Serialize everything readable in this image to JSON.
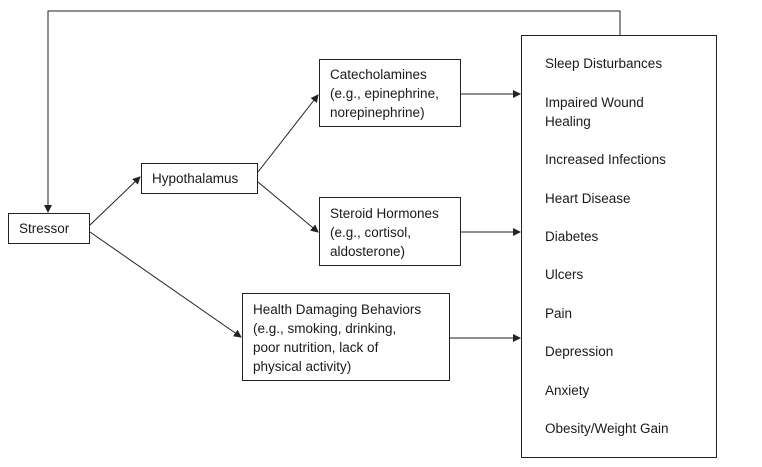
{
  "nodes": {
    "stressor": {
      "lines": [
        "Stressor"
      ]
    },
    "hypothalamus": {
      "lines": [
        "Hypothalamus"
      ]
    },
    "catecholamines": {
      "lines": [
        "Catecholamines",
        "(e.g., epinephrine,",
        "norepinephrine)"
      ]
    },
    "steroid_hormones": {
      "lines": [
        "Steroid Hormones",
        "(e.g., cortisol,",
        "aldosterone)"
      ]
    },
    "health_behaviors": {
      "lines": [
        "Health Damaging Behaviors",
        "(e.g., smoking, drinking,",
        "poor nutrition, lack of",
        "physical activity)"
      ]
    }
  },
  "outcomes": [
    {
      "lines": [
        "Sleep Disturbances"
      ]
    },
    {
      "lines": [
        "Impaired Wound",
        "Healing"
      ]
    },
    {
      "lines": [
        "Increased Infections"
      ]
    },
    {
      "lines": [
        "Heart Disease"
      ]
    },
    {
      "lines": [
        "Diabetes"
      ]
    },
    {
      "lines": [
        "Ulcers"
      ]
    },
    {
      "lines": [
        "Pain"
      ]
    },
    {
      "lines": [
        "Depression"
      ]
    },
    {
      "lines": [
        "Anxiety"
      ]
    },
    {
      "lines": [
        "Obesity/Weight Gain"
      ]
    }
  ],
  "edges": [
    {
      "from": "stressor",
      "to": "hypothalamus"
    },
    {
      "from": "stressor",
      "to": "health_behaviors"
    },
    {
      "from": "hypothalamus",
      "to": "catecholamines"
    },
    {
      "from": "hypothalamus",
      "to": "steroid_hormones"
    },
    {
      "from": "catecholamines",
      "to": "outcomes"
    },
    {
      "from": "steroid_hormones",
      "to": "outcomes"
    },
    {
      "from": "health_behaviors",
      "to": "outcomes"
    },
    {
      "from": "outcomes",
      "to": "stressor"
    }
  ],
  "colors": {
    "stroke": "#222222",
    "text": "#1a1a1a",
    "background": "#ffffff"
  }
}
